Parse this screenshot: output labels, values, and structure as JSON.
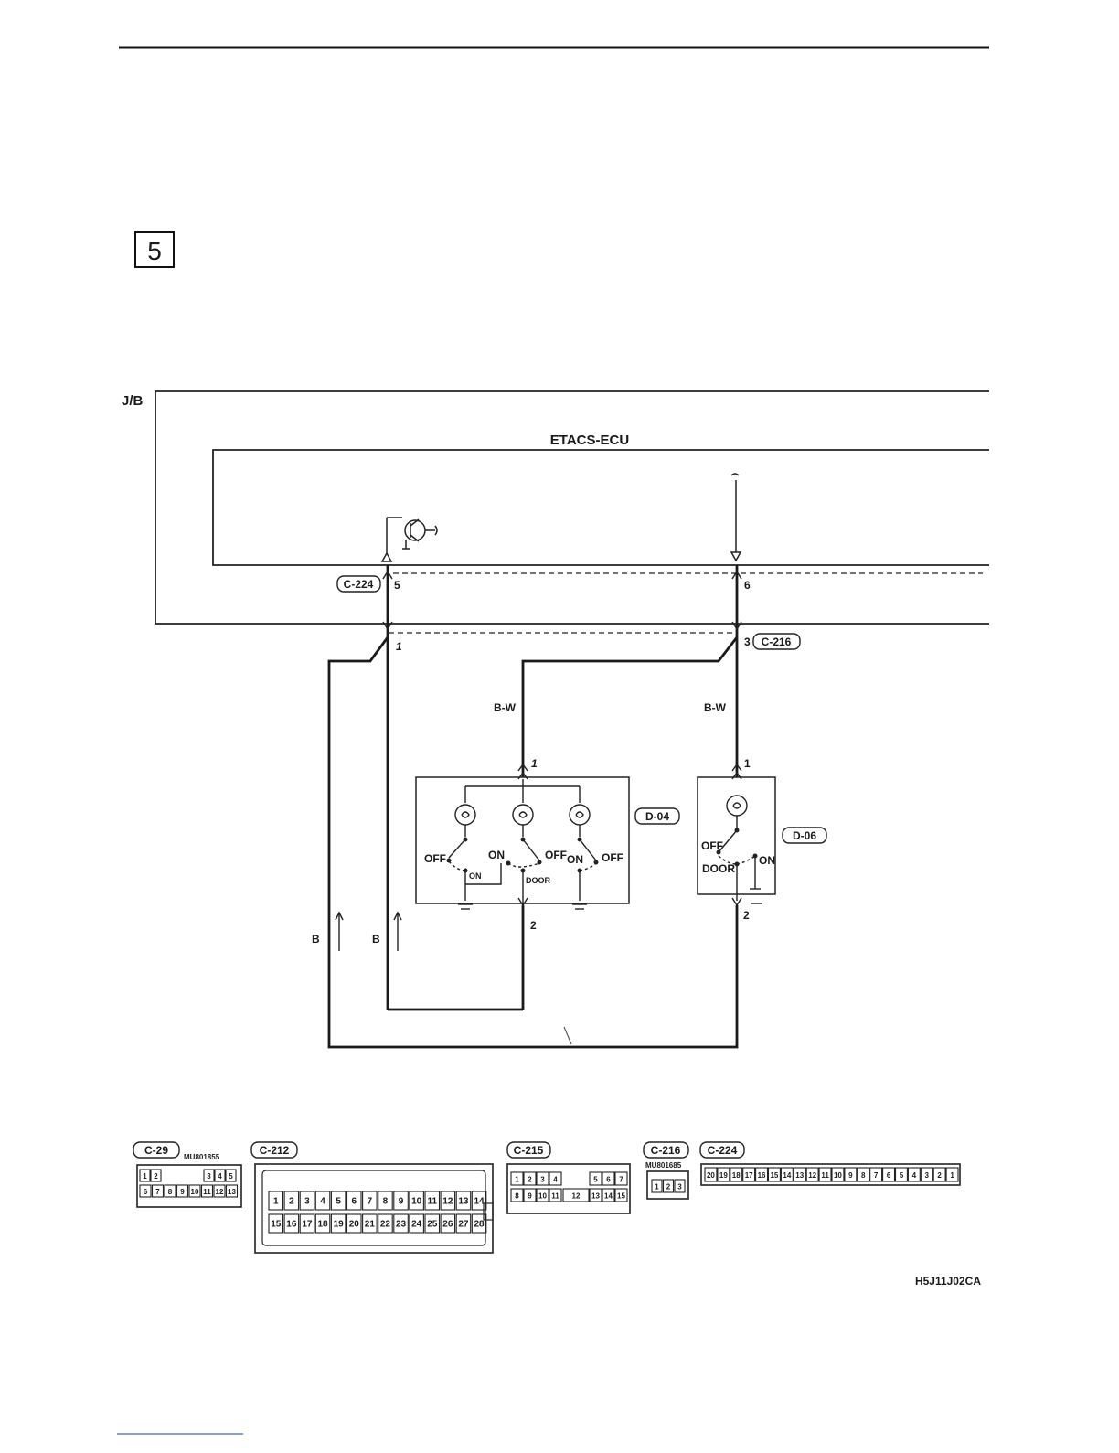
{
  "section_number": "5",
  "diagram": {
    "jb_label": "J/B",
    "ecu_label": "ETACS-ECU",
    "connectors": {
      "c224": "C-224",
      "c216": "C-216",
      "d04": "D-04",
      "d06": "D-06"
    },
    "pins": {
      "c224_pin": "5",
      "ecu_pin6": "6",
      "jb_pin1": "1",
      "jb_pin3": "3",
      "d04_pin1": "1",
      "d04_pin2": "2",
      "d06_pin1": "1",
      "d06_pin2": "2"
    },
    "wire_colors": {
      "bw_left": "B-W",
      "bw_right": "B-W",
      "b_left": "B",
      "b_right": "B"
    },
    "switch_labels": {
      "off1": "OFF",
      "on1": "ON",
      "on_lower": "ON",
      "off2": "OFF",
      "door": "DOOR",
      "on2": "ON",
      "off3": "OFF",
      "d06_off": "OFF",
      "d06_door": "DOOR",
      "d06_on": "ON"
    }
  },
  "connector_views": {
    "c29": {
      "label": "C-29",
      "part": "MU801855",
      "row1": [
        "1",
        "2",
        "3",
        "4",
        "5"
      ],
      "row2": [
        "6",
        "7",
        "8",
        "9",
        "10",
        "11",
        "12",
        "13"
      ]
    },
    "c212": {
      "label": "C-212",
      "row1": [
        "1",
        "2",
        "3",
        "4",
        "5",
        "6",
        "7",
        "8",
        "9",
        "10",
        "11",
        "12",
        "13",
        "14"
      ],
      "row2": [
        "15",
        "16",
        "17",
        "18",
        "19",
        "20",
        "21",
        "22",
        "23",
        "24",
        "25",
        "26",
        "27",
        "28"
      ]
    },
    "c215": {
      "label": "C-215",
      "row1": [
        "1",
        "2",
        "3",
        "4",
        "5",
        "6",
        "7"
      ],
      "row2": [
        "8",
        "9",
        "10",
        "11",
        "12",
        "13",
        "14",
        "15"
      ]
    },
    "c216": {
      "label": "C-216",
      "part": "MU801685",
      "row1": [
        "1",
        "2",
        "3"
      ]
    },
    "c224": {
      "label": "C-224",
      "row1": [
        "20",
        "19",
        "18",
        "17",
        "16",
        "15",
        "14",
        "13",
        "12",
        "11",
        "10",
        "9",
        "8",
        "7",
        "6",
        "5",
        "4",
        "3",
        "2",
        "1"
      ]
    }
  },
  "figure_code": "H5J11J02CA"
}
